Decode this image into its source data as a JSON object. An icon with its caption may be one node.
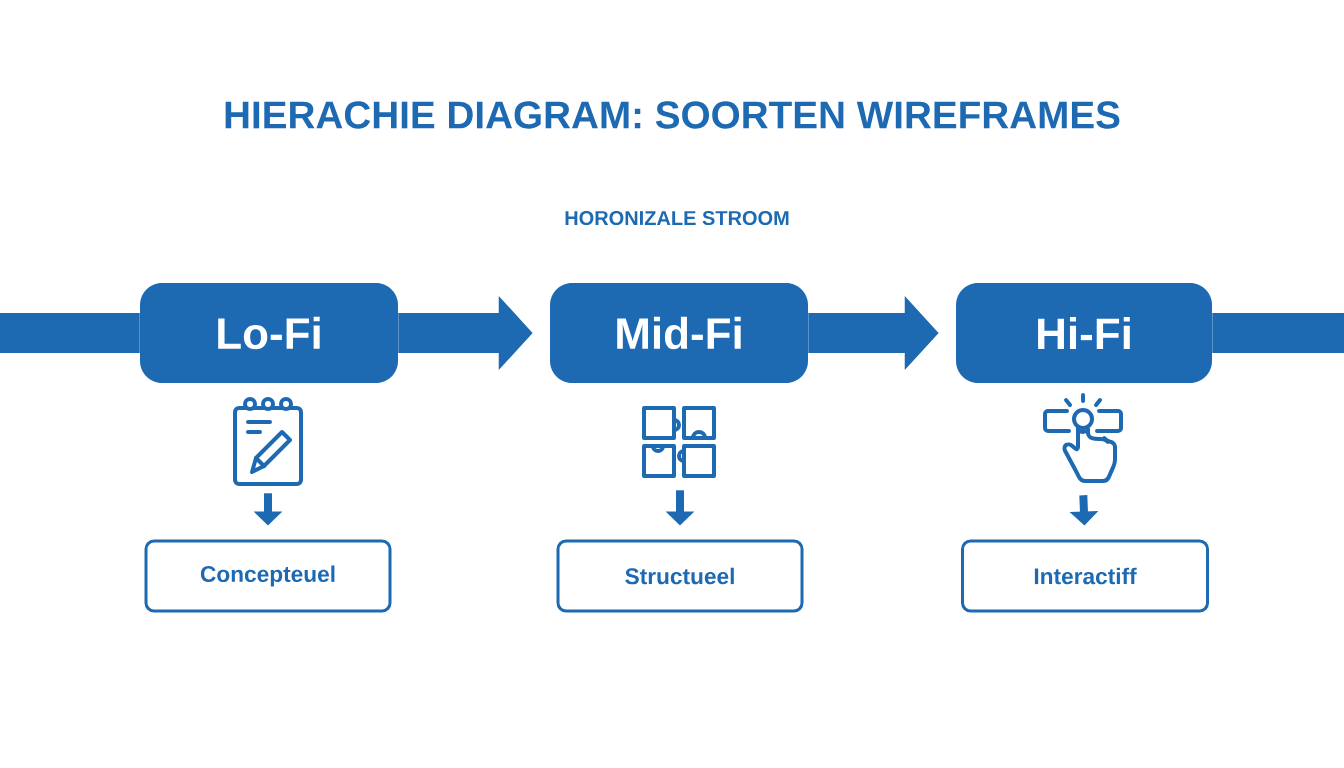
{
  "diagram": {
    "title": "HIERACHIE DIAGRAM: SOORTEN WIREFRAMES",
    "nodes": [
      {
        "text": [
          "Lo-Fi"
        ]
      },
      {
        "text": [
          "Mid-Fi"
        ]
      },
      {
        "text": [
          "Hi-Fi"
        ]
      },
      {
        "text": [],
        "shape": "picture"
      },
      {
        "text": [],
        "shape": "picture"
      },
      {
        "text": [],
        "shape": "picture"
      },
      {
        "text": [
          "Concepteuel"
        ]
      },
      {
        "text": [
          "Structueel"
        ]
      },
      {
        "text": [
          "Interactiff"
        ]
      }
    ],
    "edges": [
      {
        "from": null,
        "to": 0,
        "arrow": "none"
      },
      {
        "from": 0,
        "to": 1,
        "arrow": "to"
      },
      {
        "from": 1,
        "to": 2,
        "arrow": "to"
      },
      {
        "from": 2,
        "to": null,
        "arrow": "none"
      },
      {
        "from": 3,
        "to": 6,
        "arrow": "to"
      },
      {
        "from": 4,
        "to": 7,
        "arrow": "to"
      },
      {
        "from": 5,
        "to": 8,
        "arrow": "to"
      }
    ],
    "labels": [
      "HORONIZALE STROOM"
    ]
  }
}
